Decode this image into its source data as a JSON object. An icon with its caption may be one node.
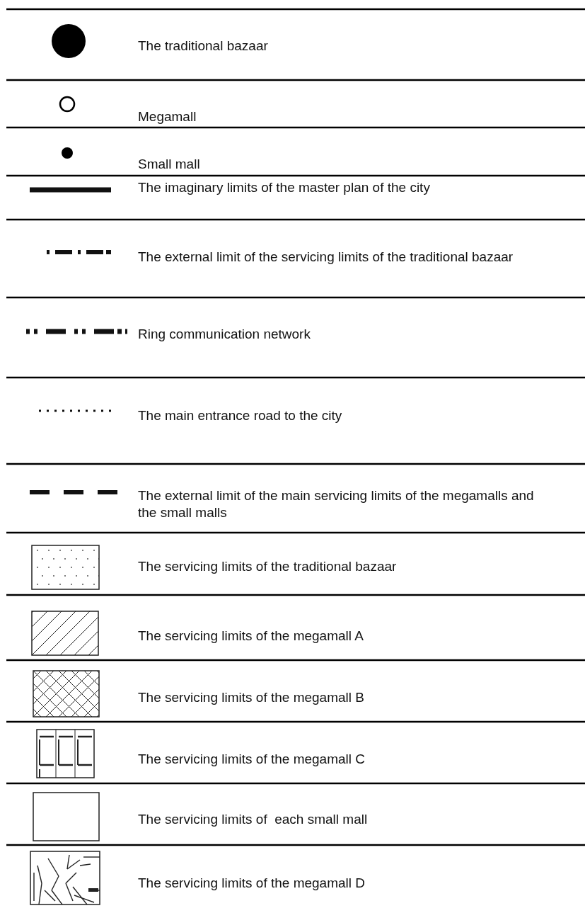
{
  "diagram": {
    "legend": [
      {
        "text": "The traditional bazaar"
      },
      {
        "text": "Megamall"
      },
      {
        "text": "Small mall"
      },
      {
        "text": "The imaginary limits of the master plan of the city"
      },
      {
        "text": "The external limit of the servicing limits of the traditional bazaar"
      },
      {
        "text": "Ring communication network"
      },
      {
        "text": "The main entrance road to the city"
      },
      {
        "text": "The external limit of the main servicing limits of the megamalls and the small malls"
      },
      {
        "text": "The servicing limits of the traditional bazaar"
      },
      {
        "text": "The servicing limits of the megamall A"
      },
      {
        "text": "The servicing limits of the megamall B"
      },
      {
        "text": "The servicing limits of the megamall C"
      },
      {
        "text": "The servicing limits of  each small mall"
      },
      {
        "text": "The servicing limits of the megamall D"
      }
    ]
  }
}
